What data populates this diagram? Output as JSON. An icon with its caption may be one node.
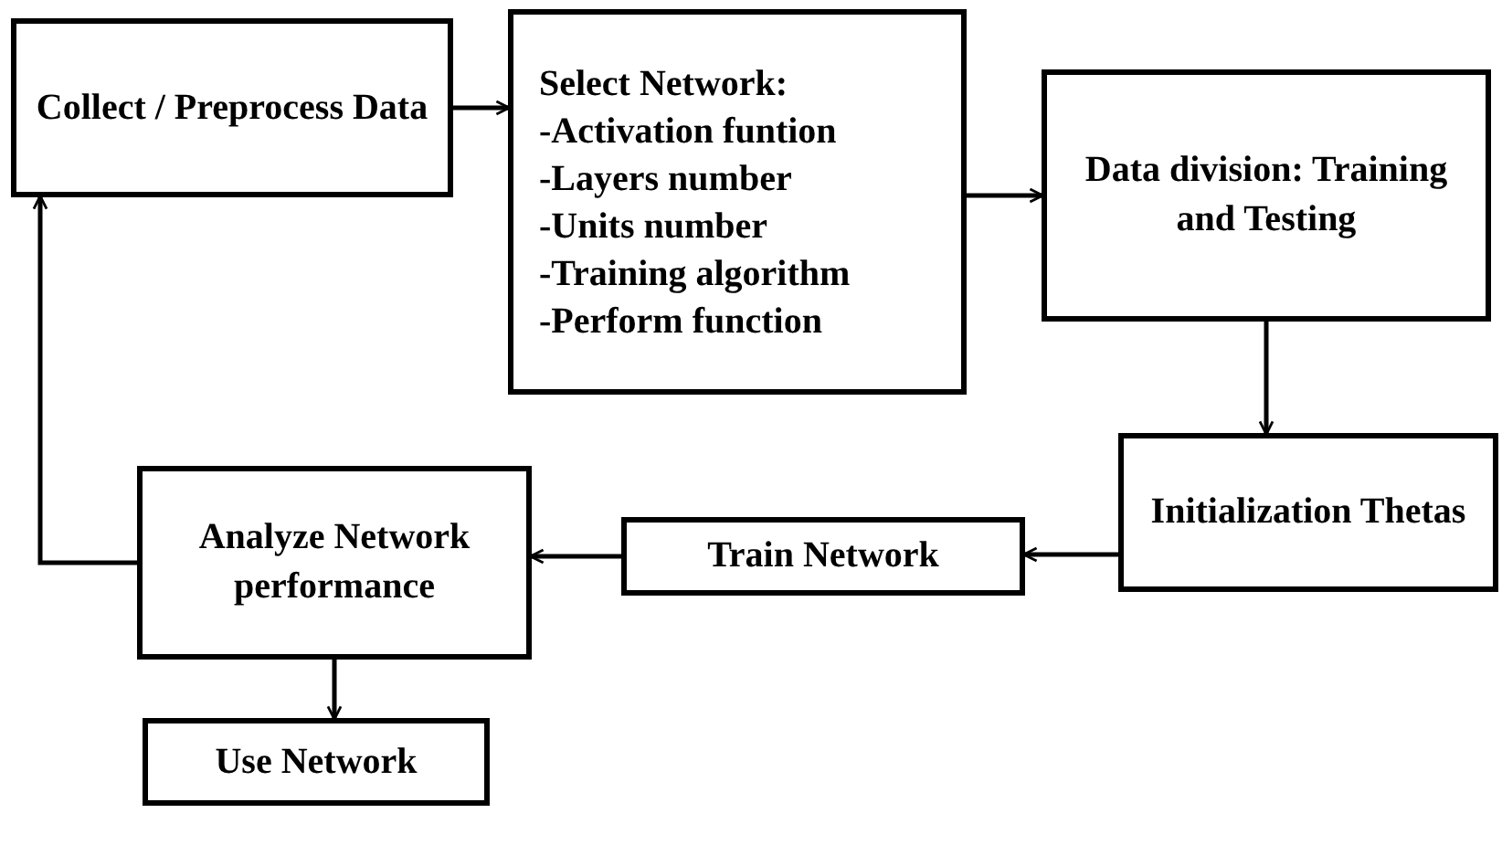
{
  "diagram": {
    "nodes": [
      {
        "text": [
          "Collect / Preprocess Data"
        ]
      },
      {
        "text": [
          "Select Network:",
          "-Activation funtion",
          "-Layers number",
          "-Units number",
          "-Training algorithm",
          "-Perform function"
        ]
      },
      {
        "text": [
          "Data division: Training and Testing"
        ]
      },
      {
        "text": [
          "Initialization Thetas"
        ]
      },
      {
        "text": [
          "Train Network"
        ]
      },
      {
        "text": [
          "Analyze Network performance"
        ]
      },
      {
        "text": [
          "Use Network"
        ]
      }
    ],
    "edges": [
      {
        "from": 0,
        "to": 1,
        "arrow": "to"
      },
      {
        "from": 1,
        "to": 2,
        "arrow": "to"
      },
      {
        "from": 2,
        "to": 3,
        "arrow": "to"
      },
      {
        "from": 3,
        "to": 4,
        "arrow": "to"
      },
      {
        "from": 4,
        "to": 5,
        "arrow": "to"
      },
      {
        "from": 5,
        "to": 0,
        "arrow": "to"
      },
      {
        "from": 5,
        "to": 6,
        "arrow": "to"
      }
    ]
  }
}
